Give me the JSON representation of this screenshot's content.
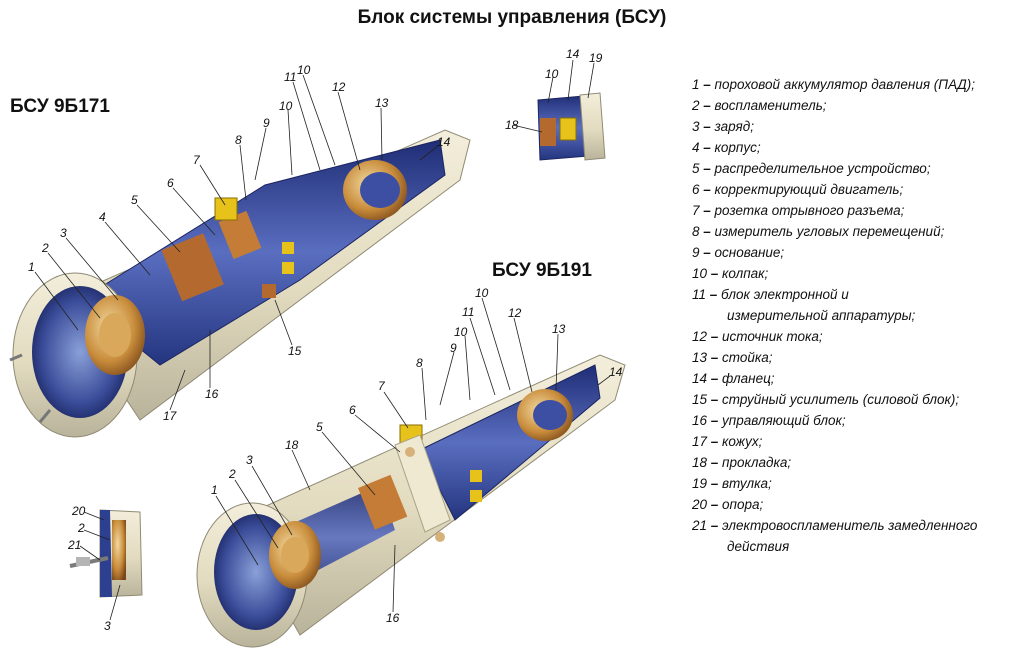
{
  "title": "Блок системы управления (БСУ)",
  "variants": {
    "left": "БСУ 9Б171",
    "right": "БСУ 9Б191"
  },
  "colors": {
    "casing": "#e8e2c8",
    "casing_shade": "#b9b39b",
    "interior": "#2d3f8f",
    "interior_light": "#5a6ec0",
    "brass": "#d3a24a",
    "copper": "#b46a2e",
    "yellow": "#e6c21a"
  },
  "legend": [
    {
      "num": "1",
      "text": "пороховой аккумулятор давления (ПАД);"
    },
    {
      "num": "2",
      "text": "воспламенитель;"
    },
    {
      "num": "3",
      "text": "заряд;"
    },
    {
      "num": "4",
      "text": "корпус;"
    },
    {
      "num": "5",
      "text": "распределительное устройство;"
    },
    {
      "num": "6",
      "text": "корректирующий двигатель;"
    },
    {
      "num": "7",
      "text": "розетка отрывного разъема;"
    },
    {
      "num": "8",
      "text": "измеритель угловых перемещений;"
    },
    {
      "num": "9",
      "text": "основание;"
    },
    {
      "num": "10",
      "text": "колпак;"
    },
    {
      "num": "11",
      "text": "блок электронной и",
      "text2": "измерительной аппаратуры;"
    },
    {
      "num": "12",
      "text": "источник тока;"
    },
    {
      "num": "13",
      "text": "стойка;"
    },
    {
      "num": "14",
      "text": "фланец;"
    },
    {
      "num": "15",
      "text": "струйный усилитель (силовой блок);"
    },
    {
      "num": "16",
      "text": "управляющий блок;"
    },
    {
      "num": "17",
      "text": "кожух;"
    },
    {
      "num": "18",
      "text": "прокладка;"
    },
    {
      "num": "19",
      "text": "втулка;"
    },
    {
      "num": "20",
      "text": "опора;"
    },
    {
      "num": "21",
      "text": "электровоспламенитель замедленного",
      "text2": "действия"
    }
  ],
  "callouts": {
    "c1": "1",
    "c2": "2",
    "c3": "3",
    "c4": "4",
    "c5": "5",
    "c6": "6",
    "c7": "7",
    "c8": "8",
    "c9": "9",
    "c10": "10",
    "c11": "11",
    "c12": "12",
    "c13": "13",
    "c14": "14",
    "c15": "15",
    "c16": "16",
    "c17": "17",
    "c18": "18",
    "c19": "19",
    "c20": "20",
    "c21": "21"
  }
}
